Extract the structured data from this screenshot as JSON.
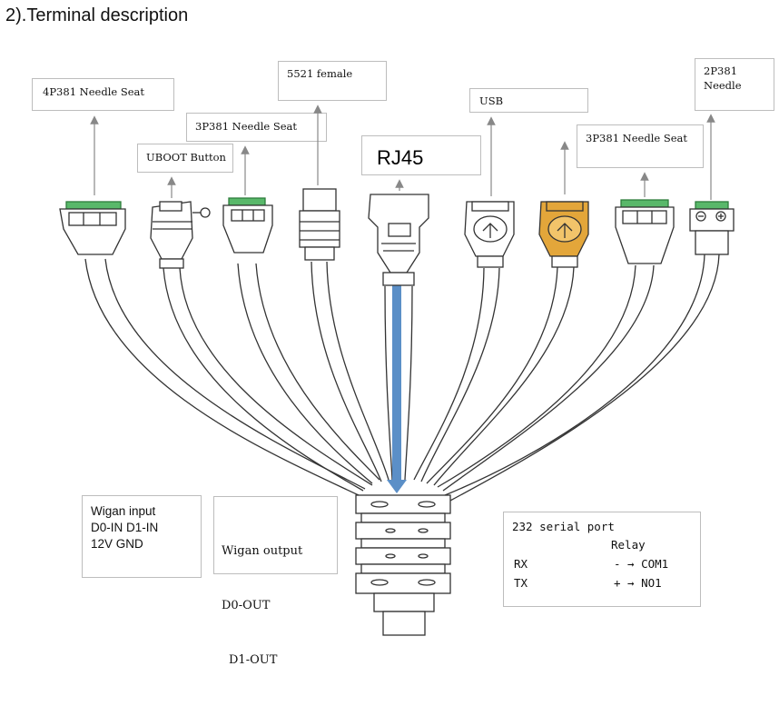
{
  "title": "2).Terminal description",
  "labels": {
    "l4p": "4P381 Needle Seat",
    "uboot": "UBOOT Button",
    "l3p_left": "3P381 Needle Seat",
    "l5521": "5521 female",
    "rj45": "RJ45",
    "usb": "USB",
    "l3p_right": "3P381 Needle Seat",
    "l2p_line1": "2P381",
    "l2p_line2": "Needle"
  },
  "wigan_input": {
    "line1": "Wigan input",
    "line2": "D0-IN D1-IN",
    "line3": "12V GND"
  },
  "wigan_output": {
    "line1": "Wigan output",
    "line2": "D0-OUT",
    "line3": "D1-OUT"
  },
  "serial": {
    "title": "232 serial port",
    "relay": "Relay",
    "rx": "RX",
    "rx_map": "- → COM1",
    "tx": "TX",
    "tx_map": "+ → NO1"
  },
  "colors": {
    "arrow": "#5b8fc7",
    "usb_accent": "#e3a63a",
    "green": "#59b86a"
  }
}
